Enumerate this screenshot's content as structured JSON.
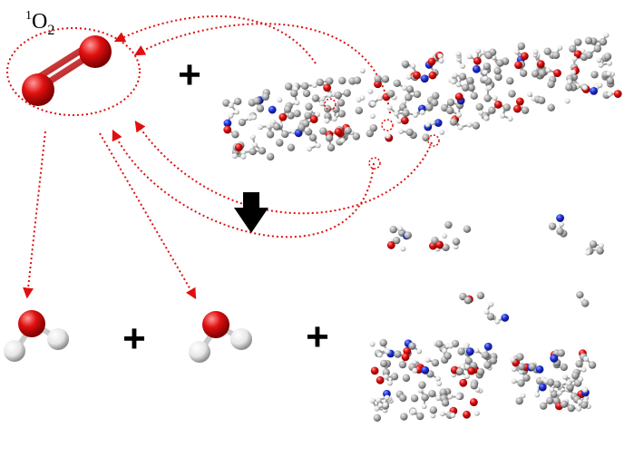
{
  "label": {
    "species": "O",
    "subscript": "2",
    "superscript": "1"
  },
  "operators": {
    "plus": "+"
  },
  "colors": {
    "oxygen": "#e01010",
    "hydrogen": "#f2f2f2",
    "carbon": "#a8a8a8",
    "nitrogen": "#1a2fd6",
    "arrow_dotted": "#e01010",
    "arrow_main": "#000000"
  },
  "icons": [
    "singlet-oxygen-molecule",
    "water-molecule",
    "peptide-molecule",
    "fragment-cluster",
    "reaction-arrow"
  ]
}
